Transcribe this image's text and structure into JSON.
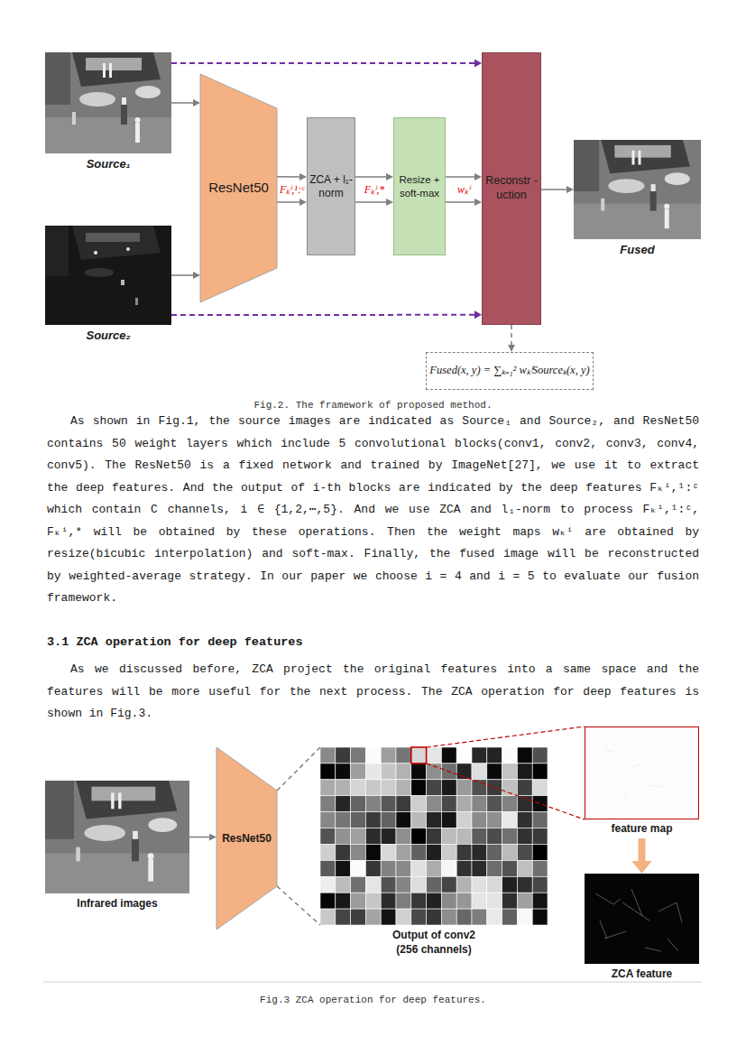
{
  "diagram": {
    "caption": "Fig.2. The framework of proposed method.",
    "nodes": [
      {
        "text": [
          "Source₁"
        ]
      },
      {
        "text": [
          "Source₂"
        ]
      },
      {
        "text": [
          "ResNet50"
        ]
      },
      {
        "text": [
          "ZCA + l₁-norm"
        ]
      },
      {
        "text": [
          "Resize + soft-max"
        ]
      },
      {
        "text": [
          "Reconstr -uction"
        ]
      },
      {
        "text": [
          "Fused"
        ]
      },
      {
        "text": [
          "Fused(x, y) = ∑ₖ₌₁² wₖⁱSourceₖ(x, y)"
        ]
      },
      {
        "text": [
          "Infrared images"
        ]
      },
      {
        "text": [
          "ResNet50"
        ]
      },
      {
        "text": [
          "Output of conv2 (256 channels)"
        ]
      },
      {
        "text": [
          "feature map"
        ]
      },
      {
        "text": [
          "ZCA feature"
        ]
      }
    ],
    "edges": [
      {
        "from": 0,
        "to": 2,
        "arrow": "to"
      },
      {
        "from": 1,
        "to": 2,
        "arrow": "to"
      },
      {
        "from": 2,
        "to": 3,
        "arrow": "to",
        "label": "Fₖⁱ,¹:ᶜ"
      },
      {
        "from": 2,
        "to": 3,
        "arrow": "to"
      },
      {
        "from": 3,
        "to": 4,
        "arrow": "to",
        "label": "Fₖⁱ,*"
      },
      {
        "from": 3,
        "to": 4,
        "arrow": "to"
      },
      {
        "from": 4,
        "to": 5,
        "arrow": "to",
        "label": "wₖⁱ"
      },
      {
        "from": 4,
        "to": 5,
        "arrow": "to"
      },
      {
        "from": 0,
        "to": 5,
        "arrow": "to"
      },
      {
        "from": 1,
        "to": 5,
        "arrow": "to"
      },
      {
        "from": 5,
        "to": 6,
        "arrow": "to"
      },
      {
        "from": 5,
        "to": 7,
        "arrow": "to"
      },
      {
        "from": 8,
        "to": 9,
        "arrow": "to"
      },
      {
        "from": 9,
        "to": 10,
        "arrow": "none"
      },
      {
        "from": 9,
        "to": 10,
        "arrow": "none"
      },
      {
        "from": 10,
        "to": 11,
        "arrow": "none"
      },
      {
        "from": 10,
        "to": 11,
        "arrow": "none"
      },
      {
        "from": 11,
        "to": 12,
        "arrow": "to"
      }
    ],
    "labels": [
      "As shown in Fig.1, the source images are indicated as Source₁ and Source₂, and ResNet50 contains 50 weight layers which include 5 convolutional blocks(conv1, conv2, conv3, conv4, conv5). The ResNet50 is a fixed network and trained by ImageNet[27], we use it to extract the deep features. And the output of i-th blocks are indicated by the deep features Fₖⁱ,¹:ᶜ which contain C channels, i ∈ {1,2,⋯,5}. And we use ZCA and l₁-norm to process Fₖⁱ,¹:ᶜ, Fₖⁱ,* will be obtained by these operations. Then the weight maps wₖⁱ are obtained by resize(bicubic interpolation) and soft-max. Finally, the fused image will be reconstructed by weighted-average strategy. In our paper we choose i = 4 and i = 5 to evaluate our fusion framework.",
      "3.1 ZCA operation for deep features",
      "As we discussed before, ZCA project the original features into a same space and the features will be more useful for the next process. The ZCA operation for deep features is shown in Fig.3.",
      "Fig.3 ZCA operation for deep features."
    ]
  }
}
